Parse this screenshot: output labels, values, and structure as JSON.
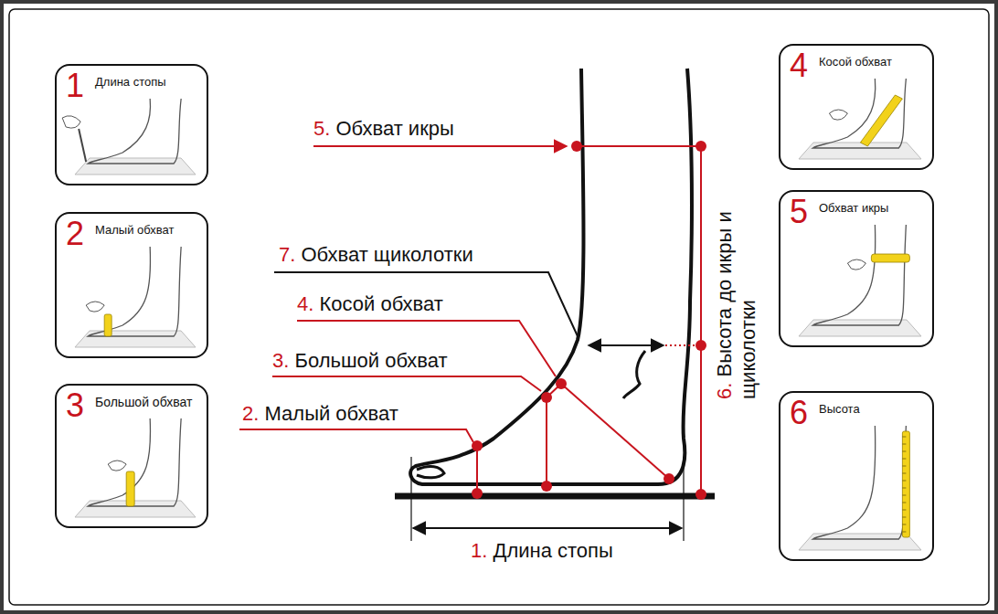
{
  "diagram": {
    "nodes": [
      {
        "text": [
          "1",
          "Длина стопы"
        ]
      },
      {
        "text": [
          "2",
          "Малый обхват"
        ]
      },
      {
        "text": [
          "3",
          "Большой обхват"
        ]
      },
      {
        "text": [
          "4",
          "Косой обхват"
        ]
      },
      {
        "text": [
          "5",
          "Обхват икры"
        ]
      },
      {
        "text": [
          "6",
          "Высота"
        ]
      }
    ],
    "labels": [
      "5.",
      "Обхват икры",
      "7.",
      "Обхват щиколотки",
      "4.",
      "Косой обхват",
      "3.",
      "Большой обхват",
      "2.",
      "Малый обхват",
      "1.",
      "Длина стопы",
      "6.",
      "Высота до икры и щиколотки"
    ]
  }
}
